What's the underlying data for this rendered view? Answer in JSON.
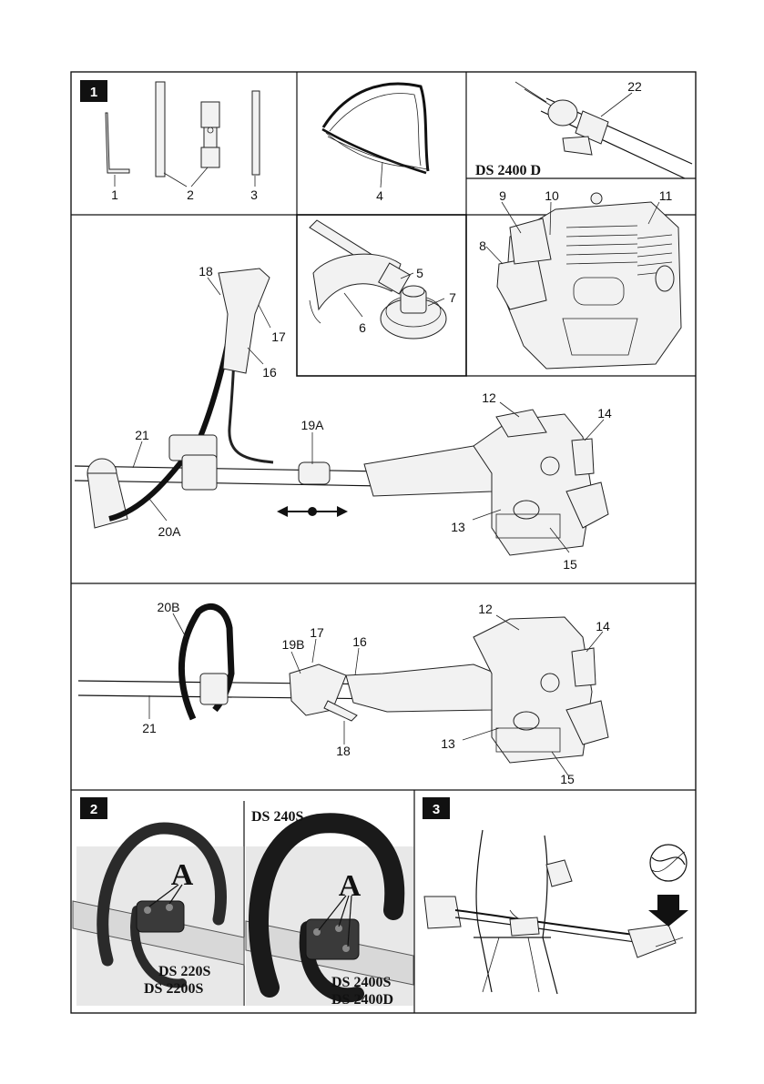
{
  "figures": {
    "fig1": {
      "number": "1"
    },
    "fig2": {
      "number": "2"
    },
    "fig3": {
      "number": "3"
    }
  },
  "callouts": {
    "c1": "1",
    "c2": "2",
    "c3": "3",
    "c4": "4",
    "c5": "5",
    "c6": "6",
    "c7": "7",
    "c8": "8",
    "c9": "9",
    "c10": "10",
    "c11": "11",
    "c22": "22",
    "c12a": "12",
    "c14a": "14",
    "c13a": "13",
    "c15a": "15",
    "c16a": "16",
    "c17a": "17",
    "c18a": "18",
    "c19A": "19A",
    "c20A": "20A",
    "c21a": "21",
    "c20B": "20B",
    "c19B": "19B",
    "c17b": "17",
    "c16b": "16",
    "c18b": "18",
    "c21b": "21",
    "c12b": "12",
    "c14b": "14",
    "c13b": "13",
    "c15b": "15",
    "a1": "A",
    "a2": "A"
  },
  "models": {
    "m_ds2400d": "DS 2400 D",
    "m_ds240s": "DS 240S",
    "m_ds220s": "DS 220S",
    "m_ds2200s": "DS 2200S",
    "m_ds2400s": "DS 2400S",
    "m_ds2400d2": "DS 2400D"
  },
  "colors": {
    "frame": "#111111",
    "badge": "#111111",
    "background": "#ffffff"
  }
}
